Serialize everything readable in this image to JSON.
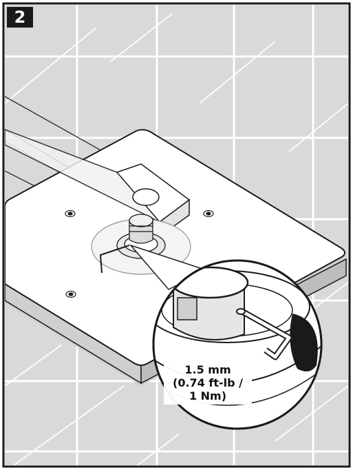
{
  "step": {
    "number": "2"
  },
  "torque_label": {
    "line1": "1.5 mm",
    "line2": "(0.74 ft-lb /",
    "line3": "1 Nm)"
  },
  "colors": {
    "wall_tile": "#d9d9d9",
    "grout": "#ffffff",
    "outline": "#1a1a1a",
    "shower_plate": "#ffffff",
    "badge_background": "#1a1a1a"
  },
  "icons": {
    "hex_key": "allen-wrench-icon",
    "screw": "screw-icon"
  }
}
